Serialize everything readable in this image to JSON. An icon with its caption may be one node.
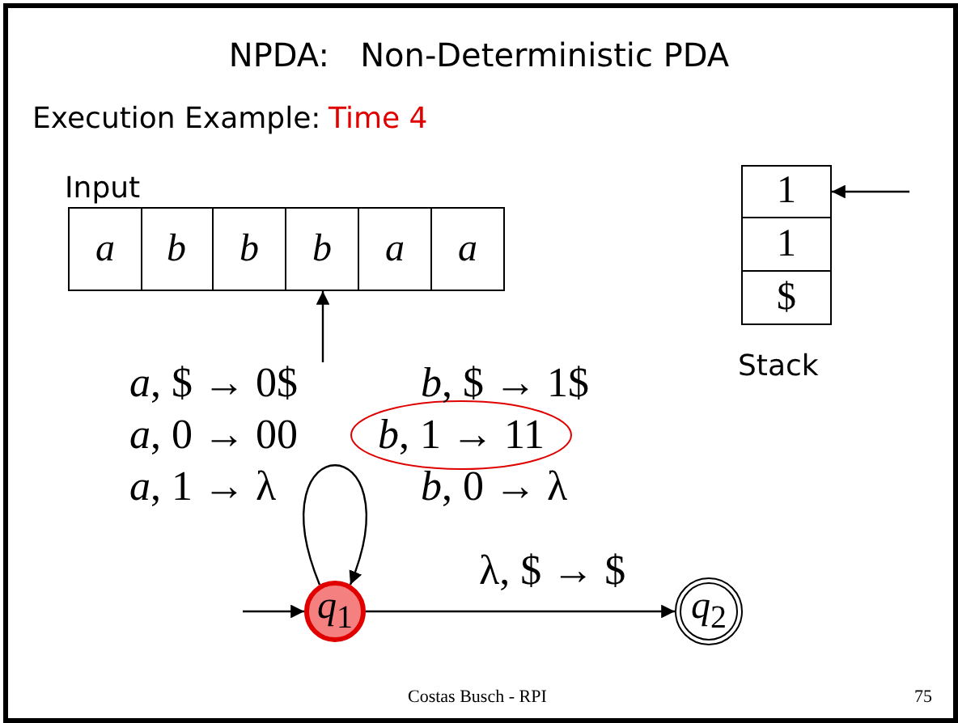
{
  "diagram": {
    "title": "NPDA:   Non-Deterministic PDA",
    "nodes": [
      {
        "text": [
          "*q*$_{1}$"
        ]
      },
      {
        "text": [
          "*q*$_{2}$"
        ]
      },
      {
        "text": [
          "*b*, 1 → 11"
        ]
      },
      {
        "text": [
          "a"
        ]
      },
      {
        "text": [
          "b"
        ]
      },
      {
        "text": [
          "b"
        ]
      },
      {
        "text": [
          "b"
        ]
      },
      {
        "text": [
          "a"
        ]
      },
      {
        "text": [
          "a"
        ]
      },
      {
        "text": [
          "1"
        ]
      },
      {
        "text": [
          "1"
        ]
      },
      {
        "text": [
          "$"
        ]
      }
    ],
    "edges": [
      {
        "from": null,
        "to": 0,
        "arrow": "to"
      },
      {
        "from": 0,
        "to": 0,
        "arrow": "to"
      },
      {
        "from": 0,
        "to": 1,
        "arrow": "to",
        "label": "λ, $ → $"
      },
      {
        "from": null,
        "to": 6,
        "arrow": "to"
      },
      {
        "from": null,
        "to": 9,
        "arrow": "to"
      }
    ],
    "labels": [
      "Execution Example:",
      "Time 4",
      "Input",
      "*a*, $ → 0$",
      "*b*, $ → 1$",
      "*a*, 0 → 00",
      "*a*, 1 → λ",
      "*b*, 0 → λ",
      "Stack",
      "Costas Busch - RPI",
      "75"
    ]
  }
}
